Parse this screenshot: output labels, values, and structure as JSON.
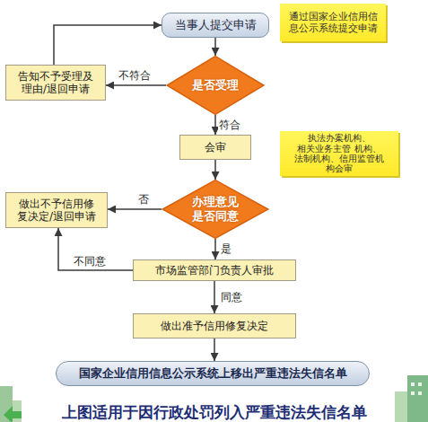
{
  "diagram": {
    "caption": "上图适用于因行政处罚列入严重违法失信名单",
    "nodes": [
      {
        "text": [
          "当事人提交申请"
        ]
      },
      {
        "text": [
          "通过国家企业信用信 息公示系统提交申请"
        ]
      },
      {
        "text": [
          "告知不予受理及 理由/退回申请"
        ]
      },
      {
        "text": [
          "是否受理"
        ]
      },
      {
        "text": [
          "会审"
        ]
      },
      {
        "text": [
          "执法办案机构、相关业务主管 机构、法制机构、信用监管机 构会审"
        ]
      },
      {
        "text": [
          "做出不予信用修 复决定/退回申请"
        ]
      },
      {
        "text": [
          "办理意见 是否同意"
        ]
      },
      {
        "text": [
          "市场监管部门负责人审批"
        ]
      },
      {
        "text": [
          "做出准予信用修复决定"
        ]
      },
      {
        "text": [
          "国家企业信用信息公示系统上移出严重违法失信名单"
        ]
      }
    ],
    "edges": [
      {
        "from": 0,
        "to": 3,
        "arrow": "to"
      },
      {
        "from": 3,
        "to": 2,
        "label": "不符合",
        "arrow": "to"
      },
      {
        "from": 2,
        "to": 0,
        "arrow": "to"
      },
      {
        "from": 3,
        "to": 4,
        "label": "符合",
        "arrow": "to"
      },
      {
        "from": 4,
        "to": 7,
        "arrow": "to"
      },
      {
        "from": 7,
        "to": 6,
        "label": "否",
        "arrow": "to"
      },
      {
        "from": 7,
        "to": 8,
        "label": "是",
        "arrow": "to"
      },
      {
        "from": 8,
        "to": 6,
        "label": "不同意",
        "arrow": "to"
      },
      {
        "from": 8,
        "to": 9,
        "label": "同意",
        "arrow": "to"
      },
      {
        "from": 9,
        "to": 10,
        "arrow": "to"
      }
    ]
  }
}
